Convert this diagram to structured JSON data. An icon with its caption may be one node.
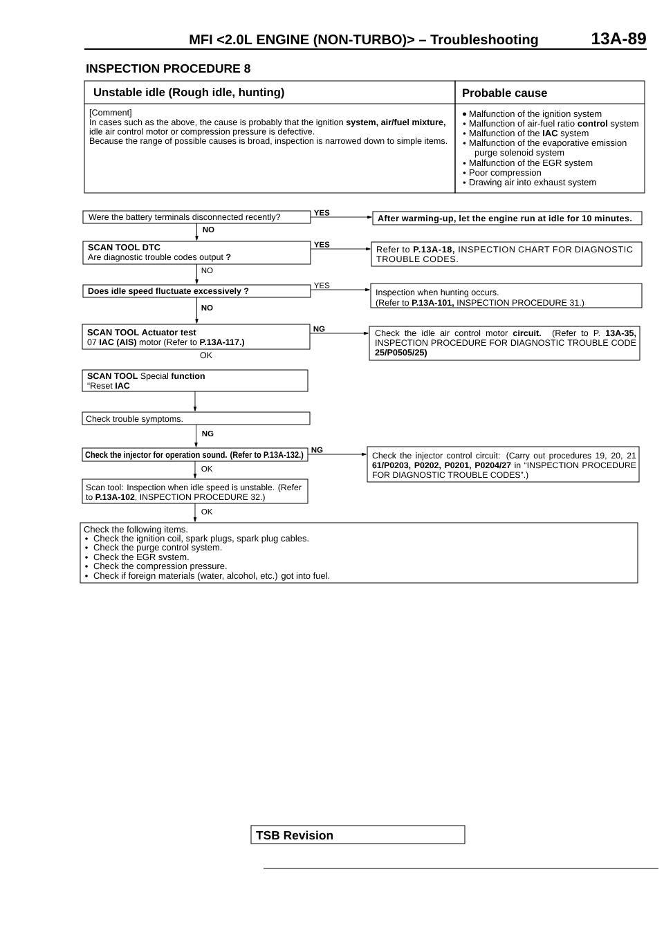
{
  "diagram": {
    "title": "INSPECTION PROCEDURE 8",
    "nodes": [
      {
        "text": [
          "Unstable idle (Rough idle, hunting)",
          "[Comment]",
          "In cases such as the above, the cause is probably that the ignition **system, air/fuel mixture,** idle air control motor or compression pressure is defective.",
          "Because the range of possible causes is broad, inspection is narrowed down to simple items."
        ]
      },
      {
        "text": [
          "Probable cause",
          "Malfunction of the ignition system",
          "Malfunction of air-fuel ratio **control** system",
          "Malfunction of the **IAC** system",
          "Malfunction of the evaporative emission purge solenoid system",
          "Malfunction of the EGR system",
          "Poor compression",
          "Drawing air into exhaust system"
        ]
      },
      {
        "text": [
          "Were the battery terminals disconnected recently?"
        ]
      },
      {
        "text": [
          "After warming-up, let the engine run at idle for 10 minutes."
        ]
      },
      {
        "text": [
          "SCAN TOOL DTC",
          "Are diagnostic trouble codes output **?**"
        ]
      },
      {
        "text": [
          "Refer to **P.13A-18,** INSPECTION CHART FOR DIAGNOSTIC TROUBLE CODES."
        ]
      },
      {
        "text": [
          "Does idle speed fluctuate excessively ?"
        ]
      },
      {
        "text": [
          "Inspection when hunting occurs.",
          "(Refer to **P.13A-101,** INSPECTION PROCEDURE 31.)"
        ]
      },
      {
        "text": [
          "SCAN TOOL Actuator test",
          "07 **IAC (AIS)** motor (Refer to **P.13A-117.)**"
        ]
      },
      {
        "text": [
          "Check the idle air control motor **circuit.** (Refer to P. **13A-35,** INSPECTION PROCEDURE FOR DIAGNOSTIC TROUBLE CODE **25/P0505/25)**"
        ]
      },
      {
        "text": [
          "**SCAN TOOL** Special **function**",
          "“Reset **IAC**"
        ]
      },
      {
        "text": [
          "Check trouble symptoms."
        ]
      },
      {
        "text": [
          "Check the injector for operation sound. (Refer to P.13A-132.)"
        ]
      },
      {
        "text": [
          "Check the injector control circuit: (Carry out procedures 19, 20, 21 **61/P0203, P0202, P0201, P0204/27** in “INSPECTION PROCEDURE FOR DIAGNOSTIC TROUBLE CODES”.)"
        ]
      },
      {
        "text": [
          "Scan tool: Inspection when idle speed is unstable. (Refer to **P.13A-102**, INSPECTION PROCEDURE 32.)"
        ]
      },
      {
        "text": [
          "Check the following items.",
          "Check the ignition coil, spark plugs, spark plug cables.",
          "Check the purge control system.",
          "Check the EGR svstem.",
          "Check the compression pressure.",
          "Check if foreign materials (water, alcohol, etc.) got into fuel."
        ]
      },
      {
        "text": [
          "TSB Revision"
        ]
      }
    ],
    "edges": [
      {
        "from": 2,
        "to": 3,
        "arrow": "to",
        "label": "YES"
      },
      {
        "from": 2,
        "to": 4,
        "arrow": "to",
        "label": "NO"
      },
      {
        "from": 4,
        "to": 5,
        "arrow": "to",
        "label": "YES"
      },
      {
        "from": 4,
        "to": 6,
        "arrow": "to",
        "label": "NO"
      },
      {
        "from": 6,
        "to": 7,
        "arrow": "to",
        "label": "YES"
      },
      {
        "from": 6,
        "to": 8,
        "arrow": "to",
        "label": "NO"
      },
      {
        "from": 8,
        "to": 9,
        "arrow": "to",
        "label": "NG"
      },
      {
        "from": 10,
        "to": 11,
        "arrow": "to"
      },
      {
        "from": 11,
        "to": 12,
        "arrow": "to",
        "label": "NG"
      },
      {
        "from": 12,
        "to": 13,
        "arrow": "to",
        "label": "NG"
      },
      {
        "from": 12,
        "to": 14,
        "arrow": "to",
        "label": "OK"
      },
      {
        "from": 14,
        "to": 15,
        "arrow": "to",
        "label": "OK"
      }
    ],
    "labels": [
      "MFI <2.0L ENGINE (NON-TURBO)> – Troubleshooting",
      "13A-89",
      "OK"
    ]
  }
}
